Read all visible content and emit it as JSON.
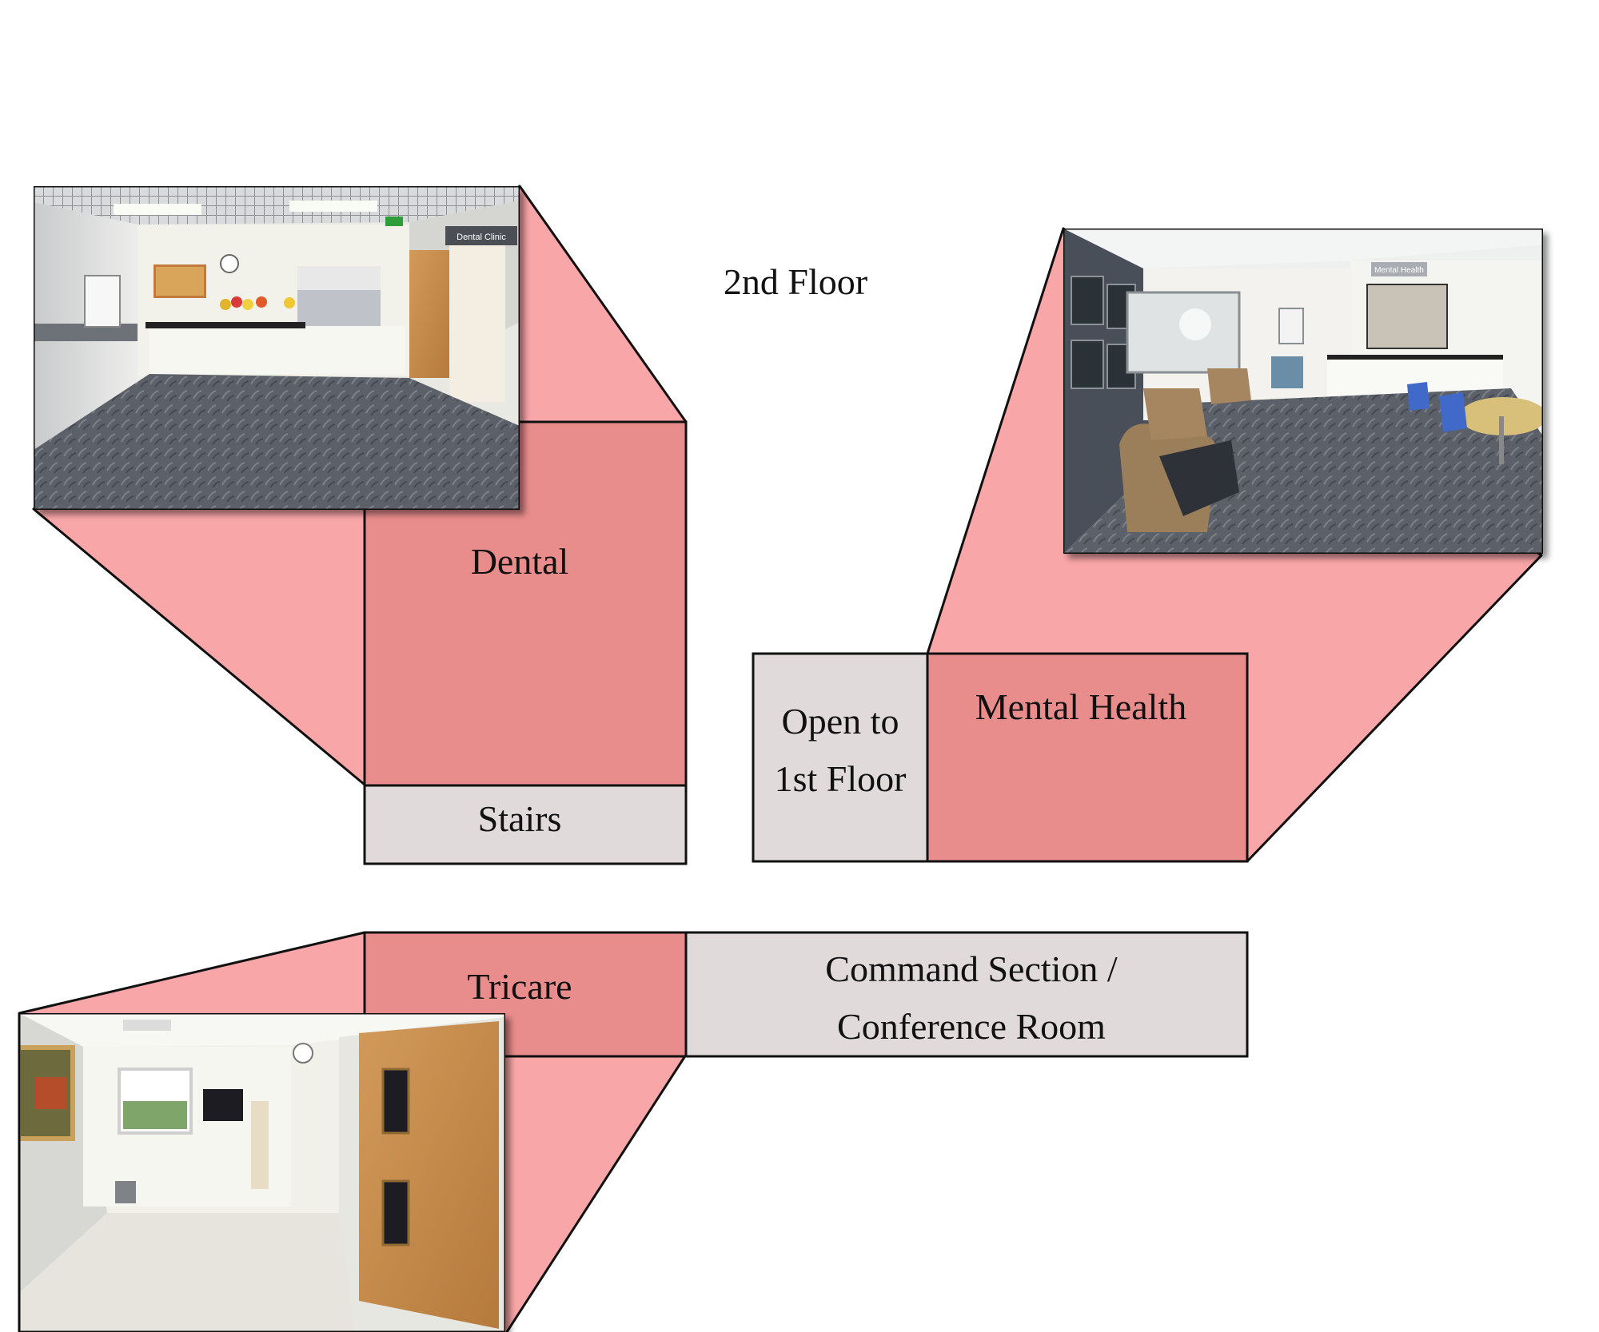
{
  "title": "2nd Floor",
  "colors": {
    "highlight_room": "#e98c8c",
    "plain_room": "#e0dadb",
    "callout": "#f9a6a8",
    "outline": "#111111"
  },
  "rooms": {
    "dental": {
      "label": "Dental"
    },
    "stairs": {
      "label": "Stairs"
    },
    "open_to_first": {
      "line1": "Open to",
      "line2": "1st Floor"
    },
    "mental_health": {
      "label": "Mental Health"
    },
    "tricare": {
      "label": "Tricare"
    },
    "command": {
      "line1": "Command Section /",
      "line2": "Conference Room"
    }
  },
  "photos": {
    "dental": {
      "sign": "Dental Clinic"
    },
    "mental_health": {
      "sign": "Mental Health"
    },
    "tricare": {}
  }
}
